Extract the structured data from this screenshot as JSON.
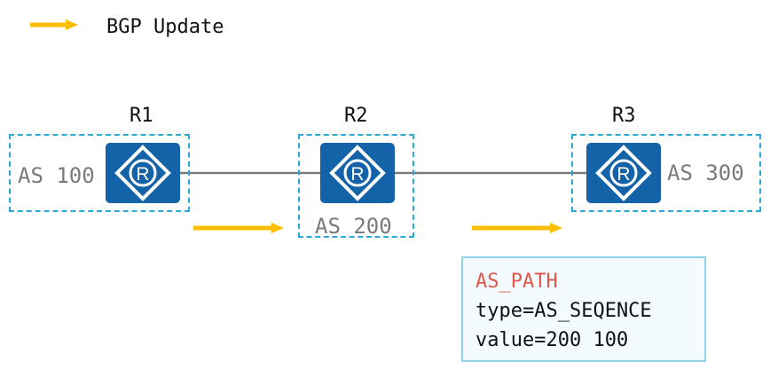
{
  "legend": {
    "label": "BGP Update",
    "arrow_color": "#fbbf00"
  },
  "routers": [
    {
      "name": "R1",
      "icon": "router-icon"
    },
    {
      "name": "R2",
      "icon": "router-icon"
    },
    {
      "name": "R3",
      "icon": "router-icon"
    }
  ],
  "as_groups": [
    {
      "label": "AS 100"
    },
    {
      "label": "AS 200"
    },
    {
      "label": "AS 300"
    }
  ],
  "as_path": {
    "title": "AS_PATH",
    "type_line": "type=AS_SEQENCE",
    "value_line": "value=200 100"
  },
  "colors": {
    "router": "#1463a8",
    "as_border": "#29a9d6",
    "link": "#7a7a7a",
    "update_arrow": "#fbbf00",
    "as_path_title": "#e0584a",
    "info_border": "#8fd3ea",
    "info_background": "#f4fbfe"
  }
}
